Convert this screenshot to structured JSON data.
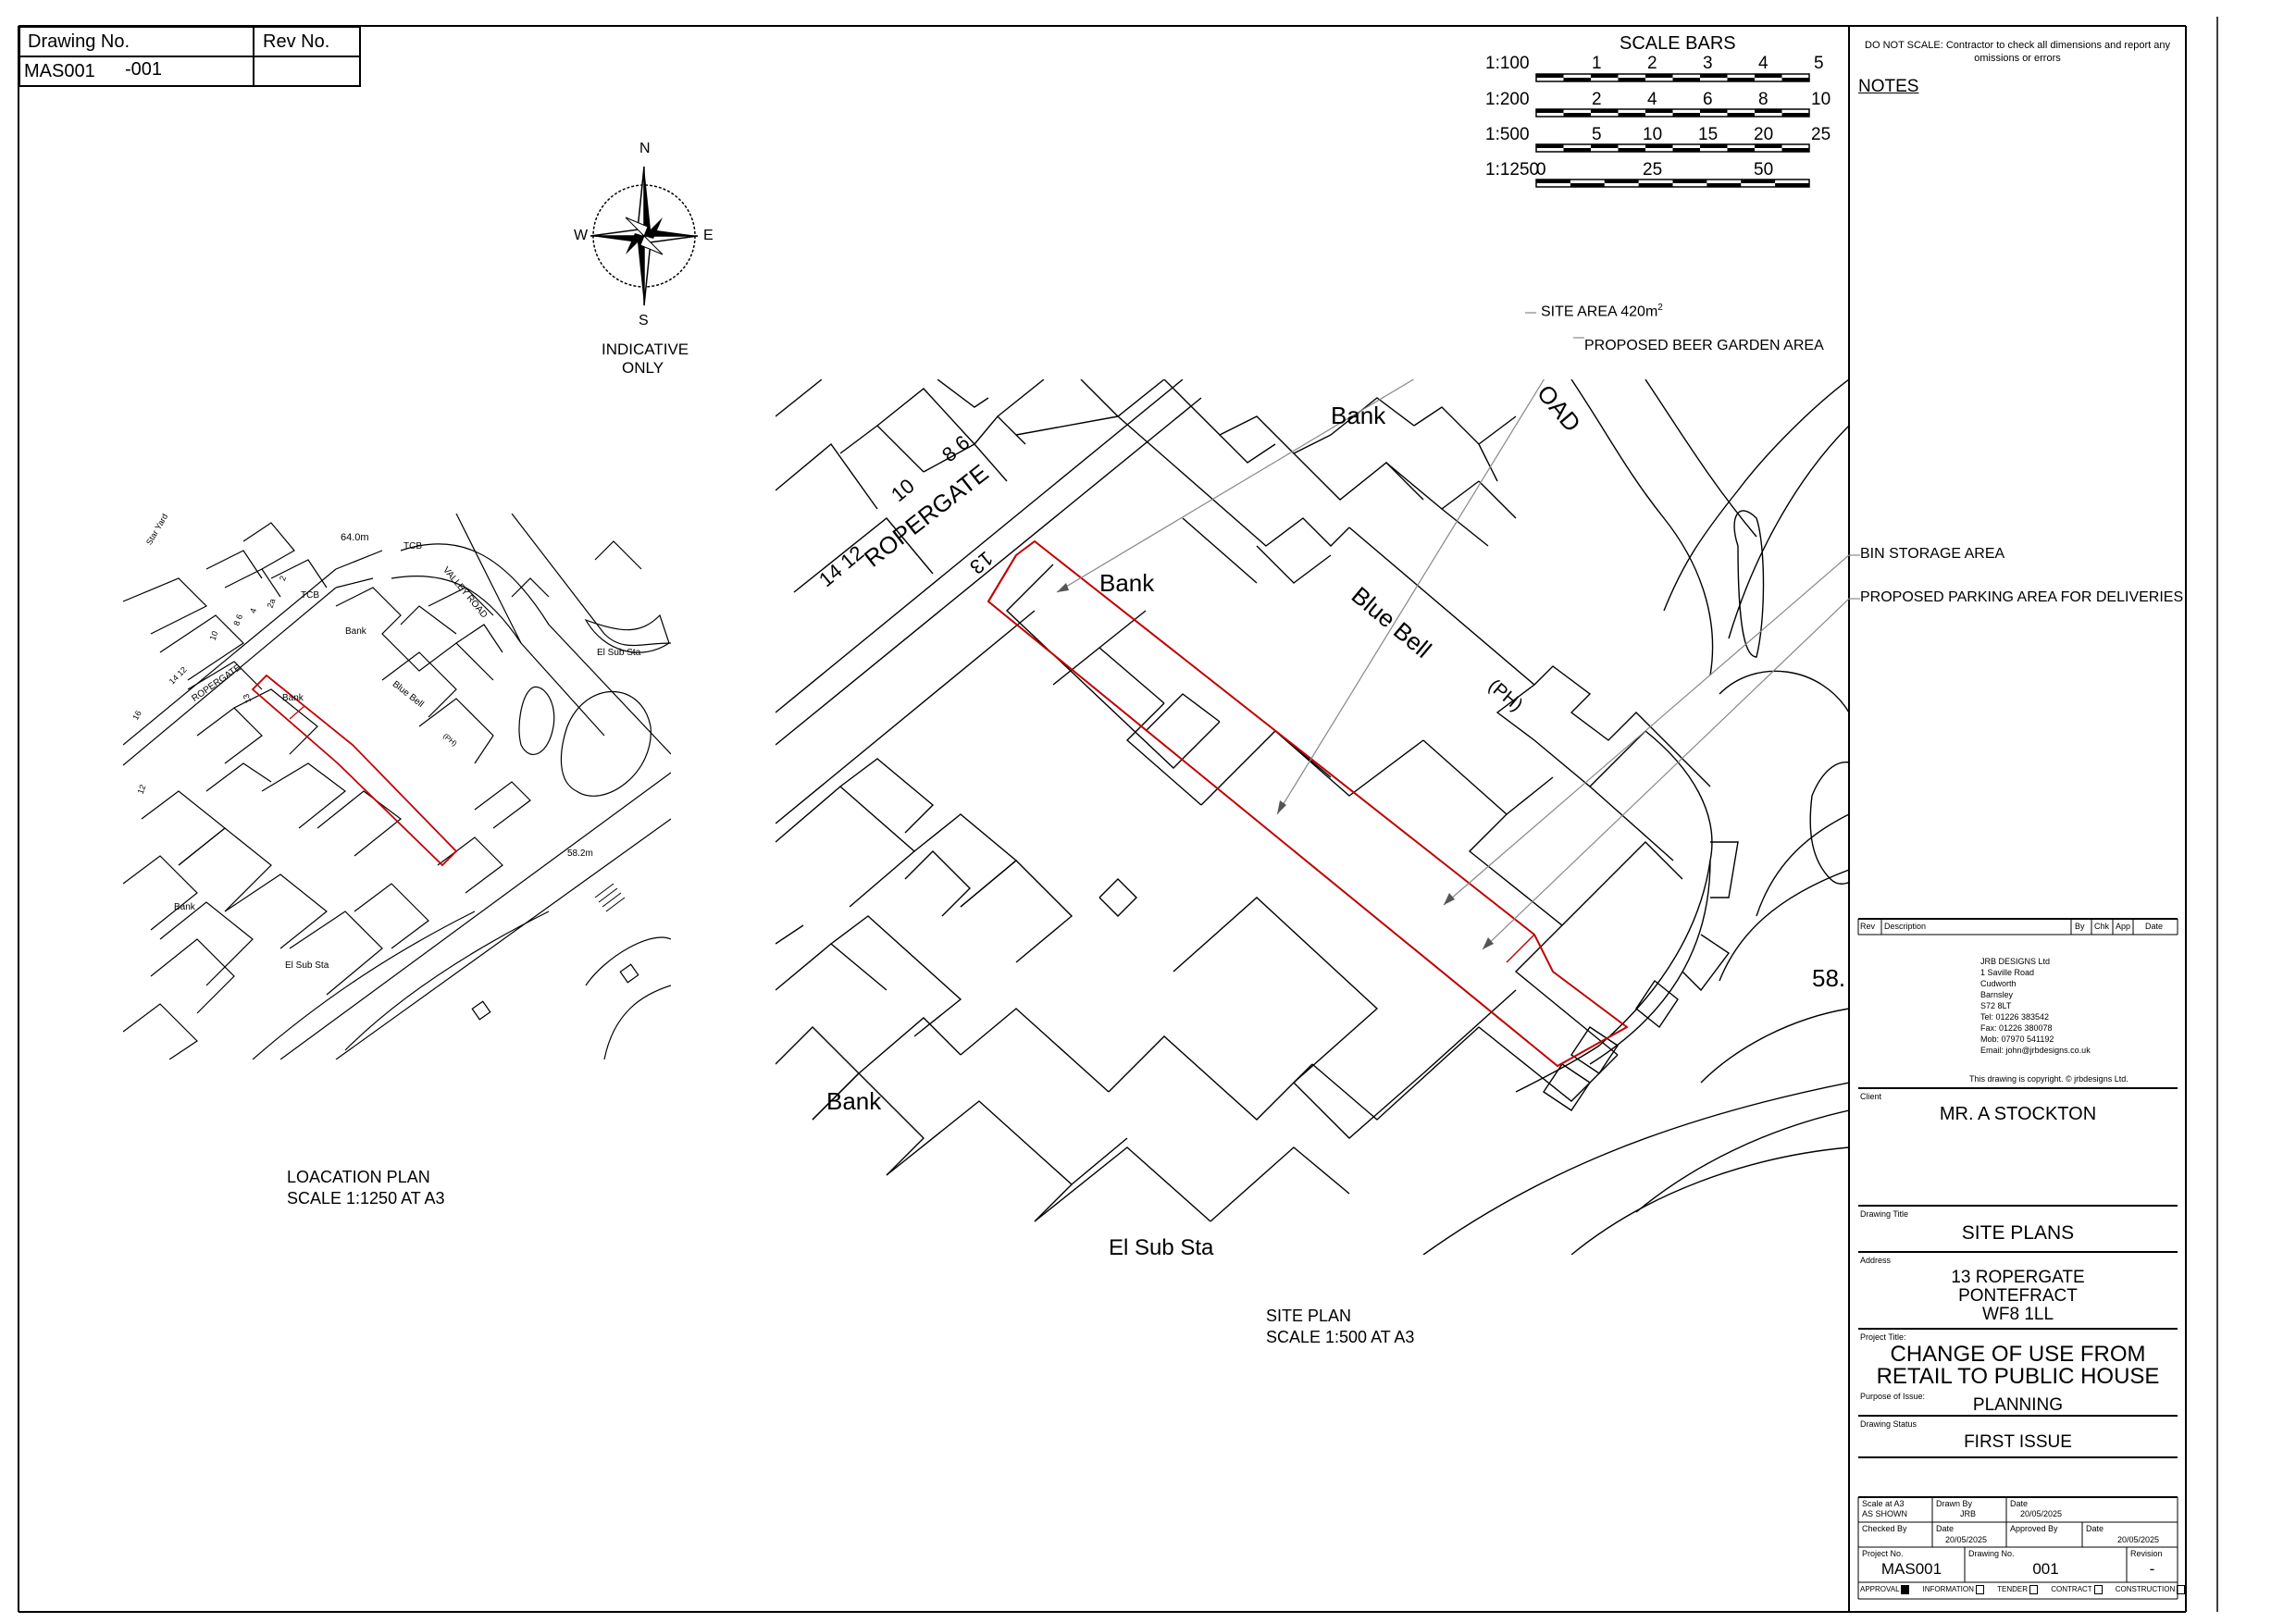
{
  "drawing_box": {
    "drawing_no_label": "Drawing No.",
    "rev_no_label": "Rev No.",
    "drawing_no_value": "MAS001",
    "drawing_no_suffix": "-001",
    "rev_no_value": ""
  },
  "compass": {
    "n": "N",
    "s": "S",
    "e": "E",
    "w": "W",
    "note_line1": "INDICATIVE",
    "note_line2": "ONLY"
  },
  "scale_bars": {
    "title": "SCALE BARS",
    "rows": [
      {
        "scale": "1:100",
        "ticks": [
          "1",
          "2",
          "3",
          "4",
          "5"
        ]
      },
      {
        "scale": "1:200",
        "ticks": [
          "2",
          "4",
          "6",
          "8",
          "10"
        ]
      },
      {
        "scale": "1:500",
        "ticks": [
          "5",
          "10",
          "15",
          "20",
          "25"
        ]
      },
      {
        "scale": "1:1250",
        "ticks": [
          "0",
          "25",
          "50"
        ]
      }
    ]
  },
  "callouts": {
    "site_area": "SITE AREA 420m",
    "site_area_sup": "2",
    "beer_garden": "PROPOSED BEER GARDEN AREA",
    "bin_storage": "BIN STORAGE AREA",
    "parking": "PROPOSED PARKING AREA FOR DELIVERIES"
  },
  "location_plan": {
    "caption_line1": "LOACATION PLAN",
    "caption_line2": "SCALE 1:1250 AT A3",
    "labels": {
      "star_yard": "Star Yard",
      "level_64": "64.0m",
      "tcb1": "TCB",
      "tcb2": "TCB",
      "valley_road": "VALLEY ROAD",
      "el_sub_sta1": "El Sub Sta",
      "el_sub_sta2": "El Sub Sta",
      "ropergate": "ROPERGATE",
      "bank1": "Bank",
      "bank2": "Bank",
      "bank3": "Bank",
      "blue_bell": "Blue Bell",
      "ph": "(PH)",
      "level_58": "58.2m",
      "n2": "2",
      "n4": "4",
      "n2a": "2a",
      "n6": "6",
      "n86": "8 6",
      "n10": "10",
      "n1412": "14 12",
      "n16": "16",
      "n13": "13",
      "n12": "12"
    }
  },
  "site_plan": {
    "caption_line1": "SITE PLAN",
    "caption_line2": "SCALE 1:500 AT A3",
    "labels": {
      "ropergate": "ROPERGATE",
      "bank_top": "Bank",
      "bank_mid": "Bank",
      "bank_bottom": "Bank",
      "blue_bell": "Blue Bell",
      "ph": "(PH)",
      "road": "OAD",
      "n13": "13",
      "n1412": "14 12",
      "n10": "10",
      "n86": "8 6",
      "el_sub_sta": "El Sub Sta",
      "level": "58."
    }
  },
  "title_block": {
    "do_not_scale": "DO NOT SCALE: Contractor to check all dimensions and report any omissions or errors",
    "notes_heading": "NOTES",
    "rev_table_headers": [
      "Rev",
      "Description",
      "By",
      "Chk",
      "App",
      "Date"
    ],
    "company": {
      "name": "JRB DESIGNS Ltd",
      "address1": "1 Saville Road",
      "address2": "Cudworth",
      "address3": "Barnsley",
      "postcode": "S72 8LT",
      "tel": "Tel: 01226 383542",
      "fax": "Fax: 01226 380078",
      "mob": "Mob: 07970 541192",
      "email": "Email: john@jrbdesigns.co.uk",
      "copyright": "This drawing is copyright. © jrbdesigns Ltd."
    },
    "client_label": "Client",
    "client_value": "MR. A STOCKTON",
    "drawing_title_label": "Drawing Title",
    "drawing_title_value": "SITE PLANS",
    "address_label": "Address",
    "address_line1": "13 ROPERGATE",
    "address_line2": "PONTEFRACT",
    "address_line3": "WF8 1LL",
    "project_title_label": "Project Title:",
    "project_title_line1": "CHANGE OF USE FROM",
    "project_title_line2": "RETAIL TO PUBLIC HOUSE",
    "purpose_label": "Purpose of Issue:",
    "purpose_value": "PLANNING",
    "status_label": "Drawing Status",
    "status_value": "FIRST ISSUE",
    "scale_label": "Scale at A3",
    "scale_value": "AS SHOWN",
    "drawn_by_label": "Drawn By",
    "drawn_by_value": "JRB",
    "date_label_1": "Date",
    "date_value_1": "20/05/2025",
    "checked_by_label": "Checked By",
    "checked_by_value": "",
    "date_label_2": "Date",
    "date_value_2": "20/05/2025",
    "approved_by_label": "Approved By",
    "approved_by_value": "",
    "date_label_3": "Date",
    "date_value_3": "20/05/2025",
    "project_no_label": "Project No.",
    "project_no_value": "MAS001",
    "drawing_no_label": "Drawing No.",
    "drawing_no_value": "001",
    "revision_label": "Revision",
    "revision_value": "-",
    "issue_types": [
      "APPROVAL",
      "INFORMATION",
      "TENDER",
      "CONTRACT",
      "CONSTRUCTION"
    ],
    "issue_checked": [
      true,
      false,
      false,
      false,
      false
    ]
  }
}
